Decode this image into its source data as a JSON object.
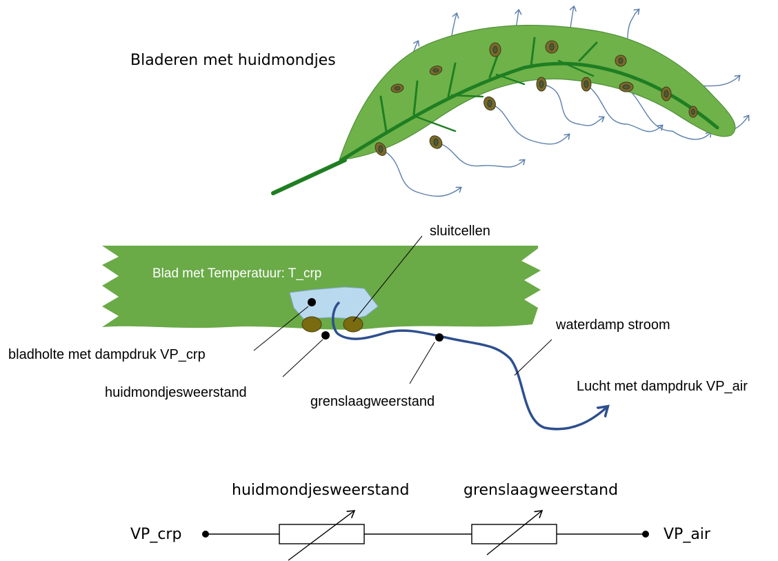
{
  "top": {
    "title": "Bladeren met huidmondjes"
  },
  "middle": {
    "leaf_label": "Blad met Temperatuur: T_crp",
    "top_label": "sluitcellen",
    "cavity_label": "bladholte met dampdruk VP_crp",
    "stomata_label": "huidmondjesweerstand",
    "boundary_label": "grenslaagweerstand",
    "stream_label": "waterdamp stroom",
    "air_label": "Lucht met dampdruk VP_air"
  },
  "circuit": {
    "resistor1_label": "huidmondjesweerstand",
    "resistor2_label": "grenslaagweerstand",
    "left_node": "VP_crp",
    "right_node": "VP_air"
  },
  "colors": {
    "leaf_top": "#6fb24a",
    "leaf_band": "#6aaa47",
    "vein": "#1f7e22",
    "stoma": "#7a6a2a",
    "stoma_inner": "#4a5a3a",
    "vapor_arrow": "#5b7faa",
    "stream": "#2d4f8e",
    "cavity": "#b9d9ee"
  }
}
